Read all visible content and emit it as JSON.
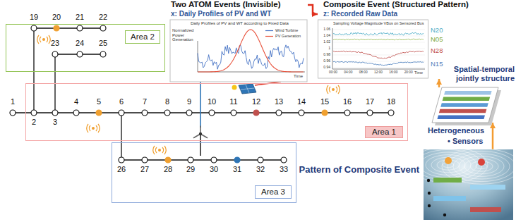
{
  "diagram": {
    "nodes": [
      {
        "text": [
          "Area 2"
        ]
      },
      {
        "text": [
          "Two ATOM Events (Invisible)",
          "x: Daily Profiles of PV and WT",
          "Daily Profiles of PV and WT according to Fixed Data",
          "Normalized Power Generation",
          "Wind Turbine",
          "PV Generation",
          "Time"
        ]
      },
      {
        "text": [
          "Composite Event (Structured Pattern)",
          "z: Recorded Raw Data",
          "Sampling Voltage Magnitude VBus on Sensored Bus",
          "1.06",
          "1.04",
          "1.02",
          "1",
          "0.98",
          "0.96",
          "0.94",
          "00:00",
          "04:00",
          "08:00",
          "12:00",
          "16:00",
          "20:00",
          "Time",
          "N20",
          "N05",
          "N28",
          "N15"
        ]
      },
      {
        "text": [
          "Spatial-temporal jointly structure"
        ]
      },
      {
        "text": [
          "Area 1"
        ]
      },
      {
        "text": [
          "Area 3"
        ]
      },
      {
        "text": [
          "Pattern of Composite Event"
        ]
      }
    ],
    "edges": [
      {
        "from": 1,
        "to": 2,
        "arrow": "to"
      },
      {
        "from": 3,
        "to": 2,
        "arrow": "to"
      },
      {
        "from": 6,
        "to": 3,
        "arrow": "to"
      }
    ],
    "labels": [
      "1",
      "2",
      "3",
      "4",
      "5",
      "6",
      "7",
      "8",
      "9",
      "10",
      "11",
      "12",
      "13",
      "14",
      "15",
      "16",
      "17",
      "18",
      "19",
      "20",
      "21",
      "22",
      "23",
      "24",
      "25",
      "26",
      "27",
      "28",
      "29",
      "30",
      "31",
      "32",
      "33",
      "Heterogeneous",
      "• Sensors"
    ]
  }
}
